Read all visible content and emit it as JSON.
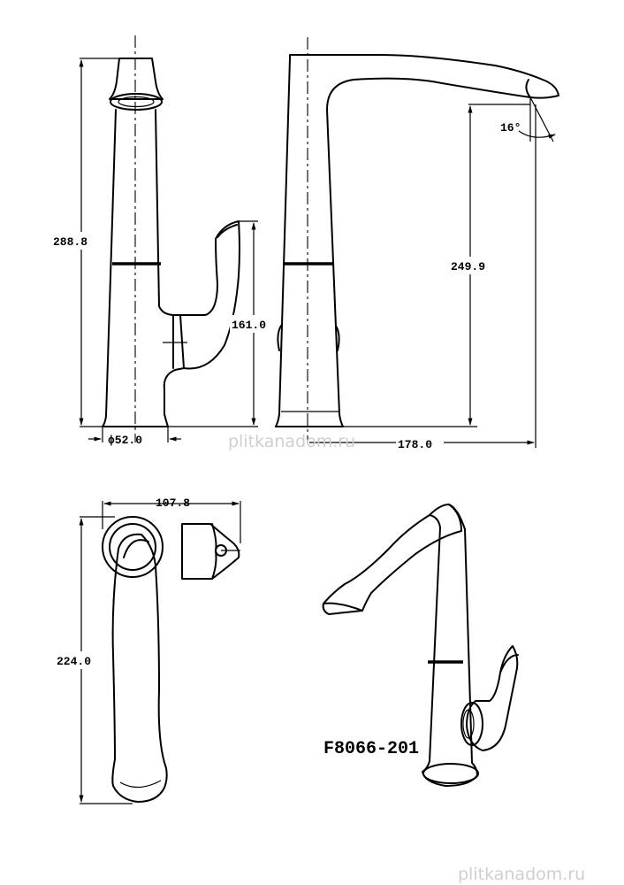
{
  "model": "F8066-201",
  "dimensions": {
    "height_total": "288.8",
    "handle_height": "161.0",
    "base_diameter": "ϕ52.0",
    "spout_height": "249.9",
    "angle": "16°",
    "reach": "178.0",
    "top_width": "107.8",
    "top_length": "224.0"
  },
  "watermarks": {
    "center": "plitkanadom.ru",
    "corner": "plitkanadom.ru"
  },
  "colors": {
    "line": "#000000",
    "watermark": "#cfcfcf",
    "background": "#ffffff"
  }
}
